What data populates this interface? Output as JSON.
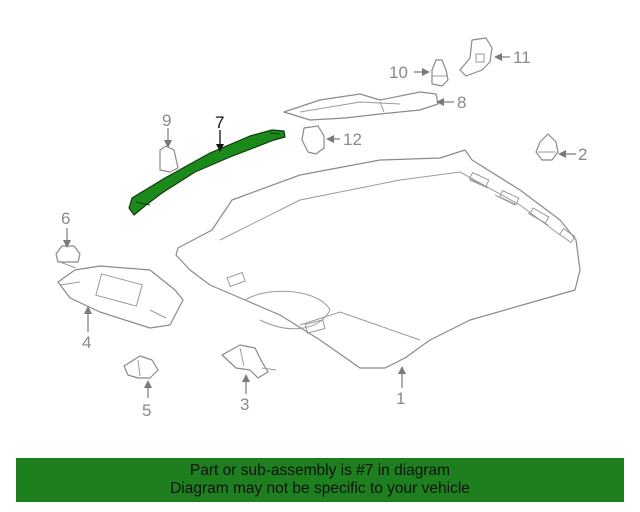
{
  "highlight_color": "#1e7f1e",
  "highlight_part": "7",
  "callouts": {
    "c1": "1",
    "c2": "2",
    "c3": "3",
    "c4": "4",
    "c5": "5",
    "c6": "6",
    "c7": "7",
    "c8": "8",
    "c9": "9",
    "c10": "10",
    "c11": "11",
    "c12": "12"
  },
  "banner": {
    "line1": "Part or sub-assembly is #7 in diagram",
    "line2": "Diagram may not be specific to your vehicle"
  }
}
